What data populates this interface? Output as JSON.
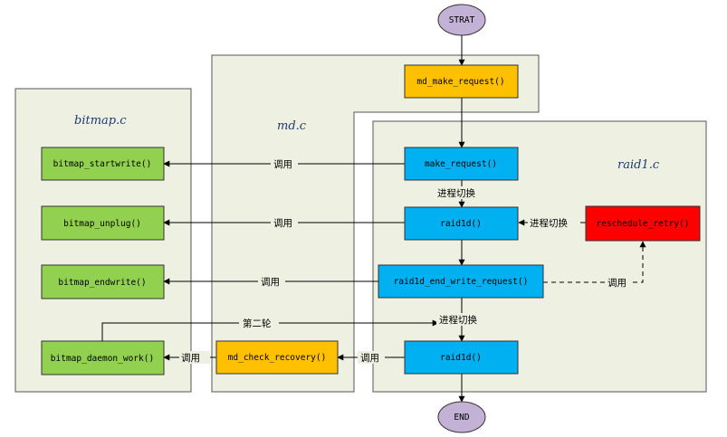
{
  "regions": {
    "bitmap": "bitmap.c",
    "md": "md.c",
    "raid1": "raid1.c"
  },
  "nodes": {
    "start": "STRAT",
    "end": "END",
    "md_make_request": "md_make_request()",
    "make_request": "make_request()",
    "raid1d_top": "raid1d()",
    "raid1d_end_write_request": "raid1d_end_write_request()",
    "raid1d_bottom": "raid1d()",
    "reschedule_retry": "reschedule_retry()",
    "md_check_recovery": "md_check_recovery()",
    "bitmap_startwrite": "bitmap_startwrite()",
    "bitmap_unplug": "bitmap_unplug()",
    "bitmap_endwrite": "bitmap_endwrite()",
    "bitmap_daemon_work": "bitmap_daemon_work()"
  },
  "edge_labels": {
    "call_startwrite": "调用",
    "call_unplug": "调用",
    "call_endwrite": "调用",
    "call_reschedule": "调用",
    "call_daemon": "调用",
    "call_check_recovery": "调用",
    "switch_1": "进程切换",
    "switch_2": "进程切换",
    "switch_3": "进程切换",
    "second_round": "第二轮"
  },
  "colors": {
    "region_fill": "#eef1e2",
    "green_node": "#92d050",
    "orange_node": "#ffc000",
    "blue_node": "#00b0f0",
    "red_node": "#ff0000",
    "terminal_node": "#c4b1d6"
  }
}
